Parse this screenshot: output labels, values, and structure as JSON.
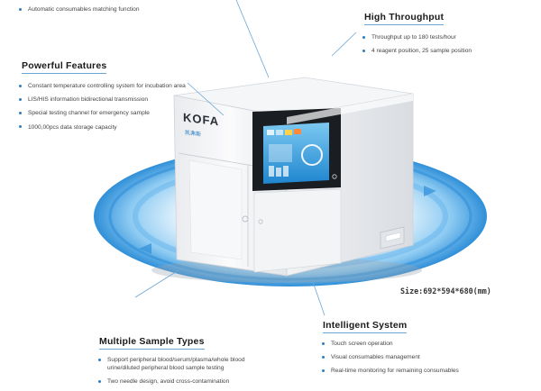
{
  "top_partial": {
    "bullets": [
      "Automatic consumables matching function"
    ]
  },
  "high_throughput": {
    "title": "High Throughput",
    "bullets": [
      "Throughput up to 180 tests/hour",
      "4 reagent position, 25 sample position"
    ]
  },
  "powerful_features": {
    "title": "Powerful Features",
    "bullets": [
      "Constant temperature controlling system for incubation area",
      "LIS/HIS information bidirectional transmission",
      "Special testing channel for emergency sample",
      "1000,00pcs data storage capacity"
    ]
  },
  "multiple_sample_types": {
    "title": "Multiple Sample Types",
    "bullets": [
      "Support peripheral blood/serum/plasma/whole blood urine/diluted peripheral blood sample testing",
      "Two needle design, avoid cross-contamination"
    ]
  },
  "intelligent_system": {
    "title": "Intelligent System",
    "bullets": [
      "Touch screen operation",
      "Visual consumables management",
      "Real-time monitoring for remaining consumables"
    ]
  },
  "device": {
    "brand": "KOFA",
    "model_text": "凯弗斯",
    "size_label": "Size:692*594*680(mm)"
  },
  "colors": {
    "accent": "#2d7fc3",
    "ring": "#3a9be0"
  }
}
